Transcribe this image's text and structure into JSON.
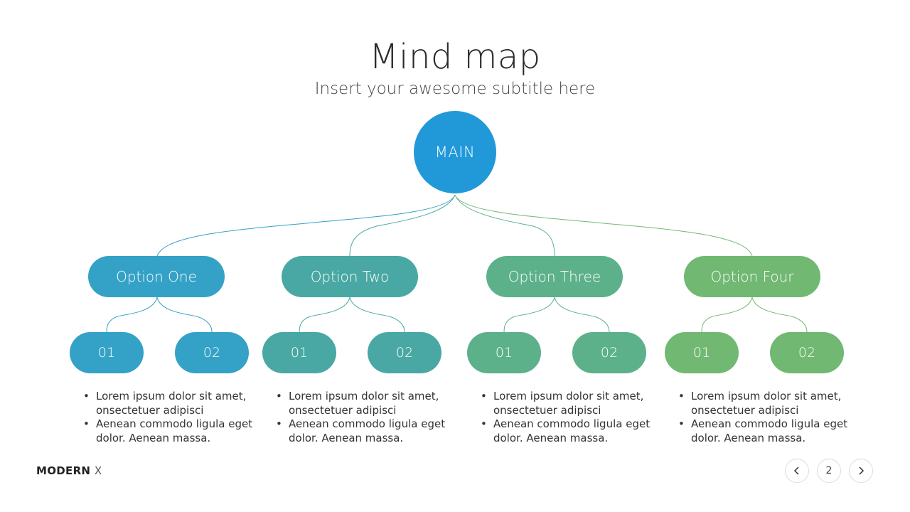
{
  "title": "Mind map",
  "subtitle": "Insert your awesome subtitle here",
  "main": {
    "label": "MAIN",
    "color": "#2199d9"
  },
  "options": [
    {
      "label": "Option One",
      "color": "#34a2c6",
      "subs": [
        {
          "label": "01",
          "color": "#34a2c6"
        },
        {
          "label": "02",
          "color": "#34a2c6"
        }
      ],
      "bullets": [
        "Lorem ipsum dolor sit amet, onsectetuer adipisci",
        "Aenean commodo ligula eget dolor. Aenean massa."
      ]
    },
    {
      "label": "Option Two",
      "color": "#49a8a3",
      "subs": [
        {
          "label": "01",
          "color": "#49a8a3"
        },
        {
          "label": "02",
          "color": "#49a8a3"
        }
      ],
      "bullets": [
        "Lorem ipsum dolor sit amet, onsectetuer adipisci",
        "Aenean commodo ligula eget dolor. Aenean massa."
      ]
    },
    {
      "label": "Option Three",
      "color": "#5cb18b",
      "subs": [
        {
          "label": "01",
          "color": "#5cb18b"
        },
        {
          "label": "02",
          "color": "#5cb18b"
        }
      ],
      "bullets": [
        "Lorem ipsum dolor sit amet, onsectetuer adipisci",
        "Aenean commodo ligula eget dolor. Aenean massa."
      ]
    },
    {
      "label": "Option Four",
      "color": "#71b873",
      "subs": [
        {
          "label": "01",
          "color": "#71b873"
        },
        {
          "label": "02",
          "color": "#71b873"
        }
      ],
      "bullets": [
        "Lorem ipsum dolor sit amet, onsectetuer adipisci",
        "Aenean commodo ligula eget dolor. Aenean massa."
      ]
    }
  ],
  "footer": {
    "brand": "MODERN",
    "brand_suffix": "X",
    "page_number": "2",
    "prev_icon": "chevron-left-icon",
    "next_icon": "chevron-right-icon"
  }
}
